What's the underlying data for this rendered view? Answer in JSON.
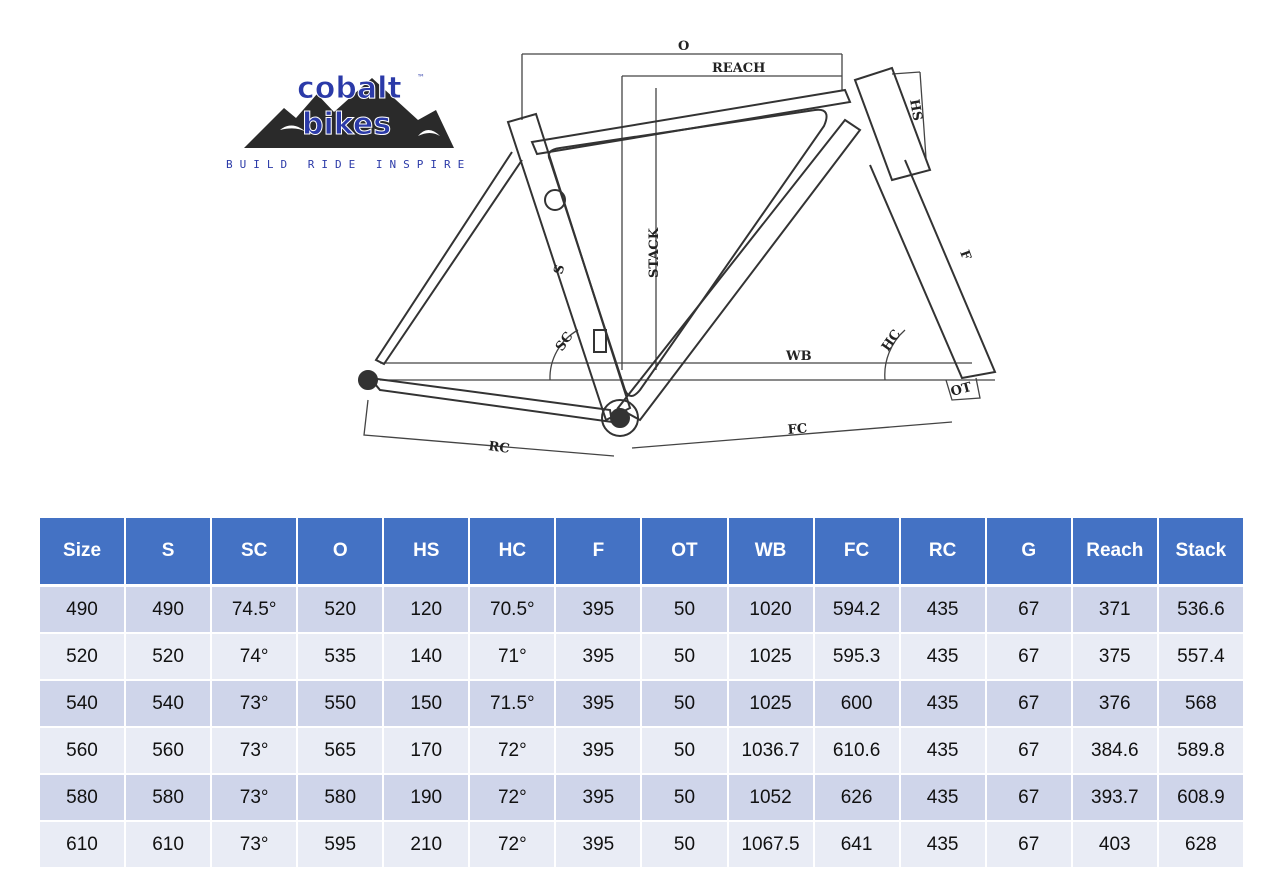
{
  "logo": {
    "line1": "cobalt",
    "line2": "bikes",
    "tm": "™",
    "tagline": "BUILD  RIDE  INSPIRE",
    "colors": {
      "text": "#2b3aa8",
      "mountain": "#2a2a2a"
    }
  },
  "diagram_labels": {
    "o": "O",
    "reach": "REACH",
    "hs": "HS",
    "stack": "STACK",
    "s": "S",
    "f": "F",
    "sc": "SC",
    "hc": "HC",
    "wb": "WB",
    "ot": "OT",
    "fc": "FC",
    "rc": "RC"
  },
  "table": {
    "header_color": "#4472c4",
    "headers": [
      "Size",
      "S",
      "SC",
      "O",
      "HS",
      "HC",
      "F",
      "OT",
      "WB",
      "FC",
      "RC",
      "G",
      "Reach",
      "Stack"
    ],
    "rows": [
      [
        "490",
        "490",
        "74.5°",
        "520",
        "120",
        "70.5°",
        "395",
        "50",
        "1020",
        "594.2",
        "435",
        "67",
        "371",
        "536.6"
      ],
      [
        "520",
        "520",
        "74°",
        "535",
        "140",
        "71°",
        "395",
        "50",
        "1025",
        "595.3",
        "435",
        "67",
        "375",
        "557.4"
      ],
      [
        "540",
        "540",
        "73°",
        "550",
        "150",
        "71.5°",
        "395",
        "50",
        "1025",
        "600",
        "435",
        "67",
        "376",
        "568"
      ],
      [
        "560",
        "560",
        "73°",
        "565",
        "170",
        "72°",
        "395",
        "50",
        "1036.7",
        "610.6",
        "435",
        "67",
        "384.6",
        "589.8"
      ],
      [
        "580",
        "580",
        "73°",
        "580",
        "190",
        "72°",
        "395",
        "50",
        "1052",
        "626",
        "435",
        "67",
        "393.7",
        "608.9"
      ],
      [
        "610",
        "610",
        "73°",
        "595",
        "210",
        "72°",
        "395",
        "50",
        "1067.5",
        "641",
        "435",
        "67",
        "403",
        "628"
      ]
    ]
  }
}
